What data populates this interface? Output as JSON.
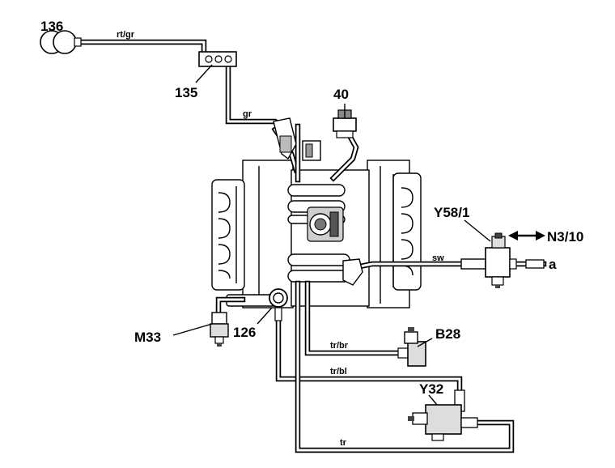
{
  "components": {
    "c136": "136",
    "c135": "135",
    "c40": "40",
    "y58_1": "Y58/1",
    "n3_10": "N3/10",
    "m33": "M33",
    "c126": "126",
    "b28": "B28",
    "y32": "Y32",
    "a": "a"
  },
  "wires": {
    "rt_gr": "rt/gr",
    "gr": "gr",
    "sw": "sw",
    "tr_br": "tr/br",
    "tr_bl": "tr/bl",
    "tr": "tr"
  }
}
